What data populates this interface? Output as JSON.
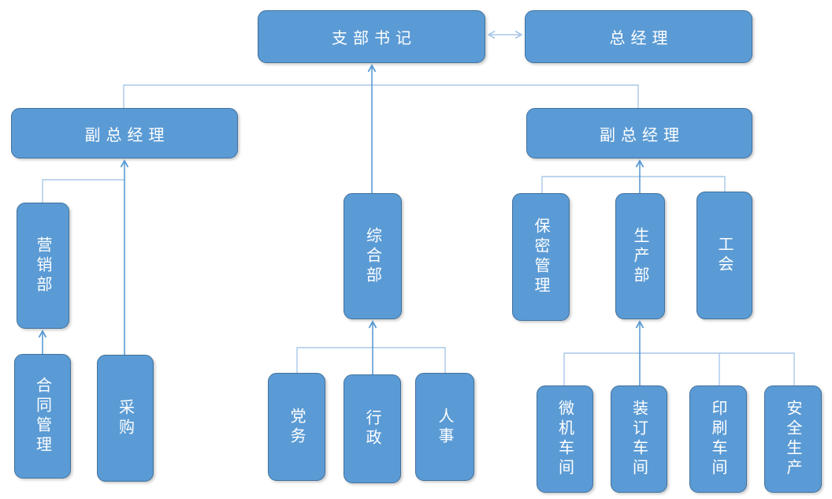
{
  "diagram": {
    "type": "organization-chart",
    "background_color": "#FFFFFF",
    "colors": {
      "node_fill": "#5B9BD5",
      "node_border": "#41719C",
      "node_text": "#FFFFFF",
      "connector_light": "#A9C7E8",
      "connector_strong": "#5B9BD5"
    },
    "nodes": [
      {
        "id": "branch-secretary",
        "label": "支部书记"
      },
      {
        "id": "general-manager",
        "label": "总经理"
      },
      {
        "id": "deputy-general-manager-left",
        "label": "副总经理"
      },
      {
        "id": "deputy-general-manager-right",
        "label": "副总经理"
      },
      {
        "id": "general-office",
        "label": "综合部"
      },
      {
        "id": "marketing-dept",
        "label": "营销部"
      },
      {
        "id": "contract-management",
        "label": "合同管理"
      },
      {
        "id": "procurement",
        "label": "采购"
      },
      {
        "id": "confidentiality-management",
        "label": "保密管理"
      },
      {
        "id": "production-dept",
        "label": "生产部"
      },
      {
        "id": "labor-union",
        "label": "工会"
      },
      {
        "id": "party-affairs",
        "label": "党务"
      },
      {
        "id": "administration",
        "label": "行政"
      },
      {
        "id": "personnel",
        "label": "人事"
      },
      {
        "id": "computer-workshop",
        "label": "微机车间"
      },
      {
        "id": "binding-workshop",
        "label": "装订车间"
      },
      {
        "id": "printing-workshop",
        "label": "印刷车间"
      },
      {
        "id": "safety-production",
        "label": "安全生产"
      }
    ],
    "edges": [
      {
        "from": "branch-secretary",
        "to": "general-manager",
        "style": "double-arrow"
      },
      {
        "from": "general-office",
        "to": "branch-secretary",
        "style": "arrow-up"
      },
      {
        "from": "deputy-general-manager-left",
        "to": "branch-secretary",
        "style": "elbow-rail"
      },
      {
        "from": "deputy-general-manager-right",
        "to": "branch-secretary",
        "style": "elbow-rail"
      },
      {
        "from": "marketing-dept",
        "to": "deputy-general-manager-left",
        "style": "elbow"
      },
      {
        "from": "procurement",
        "to": "deputy-general-manager-left",
        "style": "arrow-up"
      },
      {
        "from": "contract-management",
        "to": "marketing-dept",
        "style": "arrow-up"
      },
      {
        "from": "party-affairs",
        "to": "general-office",
        "style": "elbow-rail"
      },
      {
        "from": "administration",
        "to": "general-office",
        "style": "arrow-up"
      },
      {
        "from": "personnel",
        "to": "general-office",
        "style": "elbow-rail"
      },
      {
        "from": "confidentiality-management",
        "to": "deputy-general-manager-right",
        "style": "elbow-rail"
      },
      {
        "from": "production-dept",
        "to": "deputy-general-manager-right",
        "style": "arrow-up"
      },
      {
        "from": "labor-union",
        "to": "deputy-general-manager-right",
        "style": "elbow-rail"
      },
      {
        "from": "computer-workshop",
        "to": "production-dept",
        "style": "elbow-rail"
      },
      {
        "from": "binding-workshop",
        "to": "production-dept",
        "style": "arrow-up"
      },
      {
        "from": "printing-workshop",
        "to": "production-dept",
        "style": "elbow-rail"
      },
      {
        "from": "safety-production",
        "to": "production-dept",
        "style": "elbow-rail"
      }
    ]
  }
}
